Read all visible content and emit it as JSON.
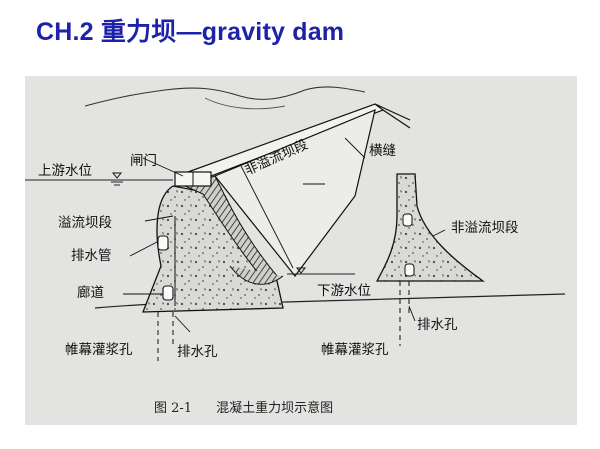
{
  "slide": {
    "title": "CH.2 重力坝—gravity dam"
  },
  "diagram": {
    "labels": {
      "gate": "闸门",
      "upstream_water_level": "上游水位",
      "overflow_section": "溢流坝段",
      "drain_pipe": "排水管",
      "gallery": "廊道",
      "curtain_grouting_hole_left": "帷幕灌浆孔",
      "drain_hole_left": "排水孔",
      "non_overflow_section_on_dam": "非溢流坝段",
      "transverse_joint": "横缝",
      "downstream_water_level": "下游水位",
      "non_overflow_section_profile": "非溢流坝段",
      "drain_hole_right": "排水孔",
      "curtain_grouting_hole_right": "帷幕灌浆孔"
    },
    "caption": {
      "figure_no": "图 2-1",
      "text": "混凝土重力坝示意图"
    }
  }
}
